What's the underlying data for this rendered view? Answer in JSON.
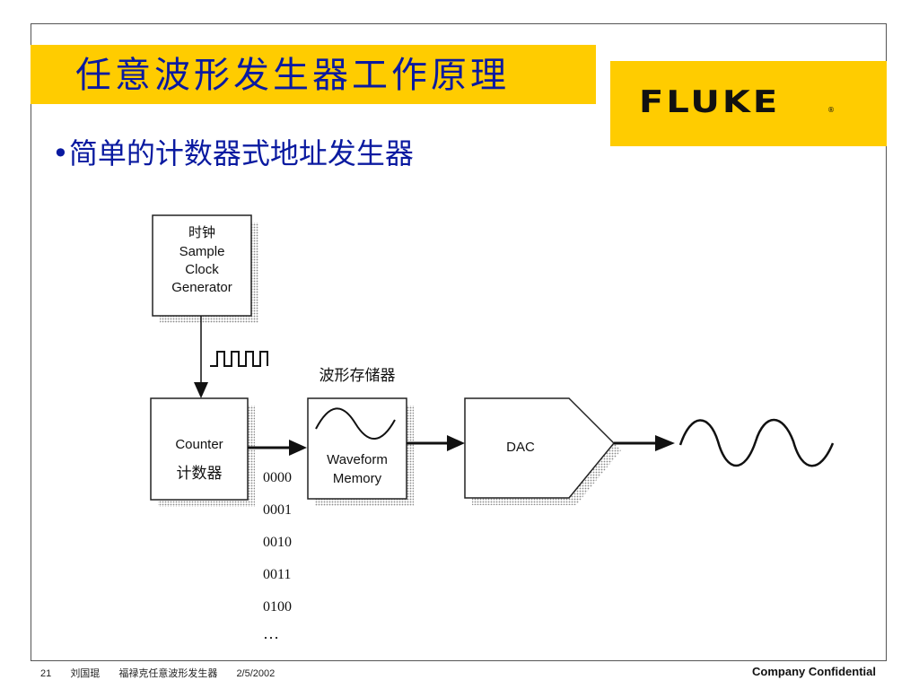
{
  "slide": {
    "title": "任意波形发生器工作原理",
    "logo_text": "FLUKE",
    "logo_reg": "®",
    "bullet_text": "•简单的计数器式地址发生器"
  },
  "diagram": {
    "clock_block": {
      "cn_label": "时钟",
      "en_line1": "Sample",
      "en_line2": "Clock",
      "en_line3": "Generator"
    },
    "counter_block": {
      "en_label": "Counter",
      "cn_label": "计数器"
    },
    "memory_block": {
      "cn_label": "波形存储器",
      "en_line1": "Waveform",
      "en_line2": "Memory"
    },
    "dac_block": {
      "label": "DAC"
    },
    "addresses": [
      "0000",
      "0001",
      "0010",
      "0011",
      "0100",
      "…"
    ]
  },
  "footer": {
    "page_number": "21",
    "author": "刘国琨",
    "doc_title": "福禄克任意波形发生器",
    "date": "2/5/2002",
    "confidentiality": "Company Confidential"
  },
  "colors": {
    "title_text": "#0a1aa0",
    "title_bar": "#ffcc00",
    "logo_bg": "#ffcc00"
  }
}
